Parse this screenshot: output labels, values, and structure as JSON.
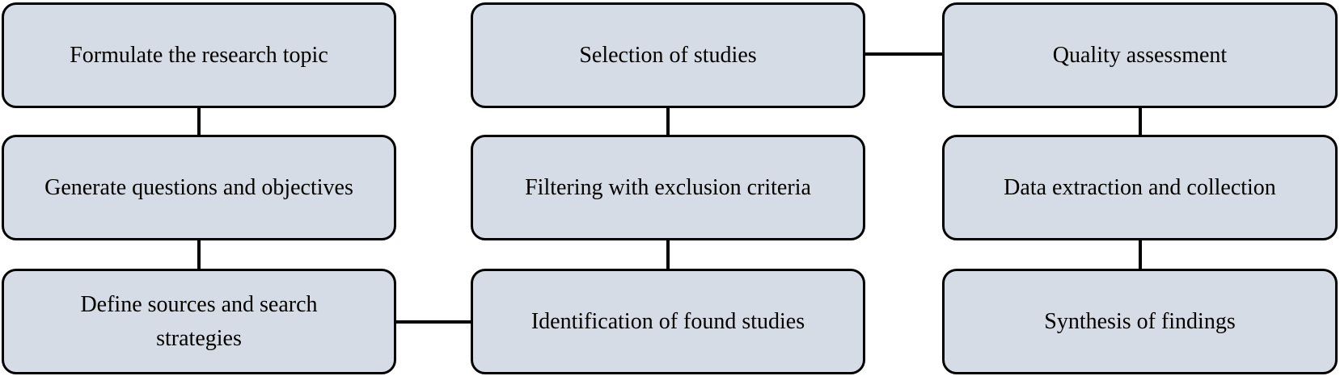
{
  "diagram": {
    "colors": {
      "box_fill": "#d6dce5",
      "box_border": "#000000",
      "connector": "#000000",
      "text": "#000000"
    },
    "steps": [
      {
        "id": "formulate",
        "label": "Formulate the research topic"
      },
      {
        "id": "questions",
        "label": "Generate questions and objectives"
      },
      {
        "id": "sources",
        "label": "Define sources and search strategies"
      },
      {
        "id": "identification",
        "label": "Identification of found studies"
      },
      {
        "id": "filtering",
        "label": "Filtering with exclusion criteria"
      },
      {
        "id": "selection",
        "label": "Selection of studies"
      },
      {
        "id": "quality",
        "label": "Quality assessment"
      },
      {
        "id": "extraction",
        "label": "Data extraction and collection"
      },
      {
        "id": "synthesis",
        "label": "Synthesis of findings"
      }
    ],
    "connections": [
      [
        "formulate",
        "questions"
      ],
      [
        "questions",
        "sources"
      ],
      [
        "sources",
        "identification"
      ],
      [
        "identification",
        "filtering"
      ],
      [
        "filtering",
        "selection"
      ],
      [
        "selection",
        "quality"
      ],
      [
        "quality",
        "extraction"
      ],
      [
        "extraction",
        "synthesis"
      ]
    ]
  }
}
